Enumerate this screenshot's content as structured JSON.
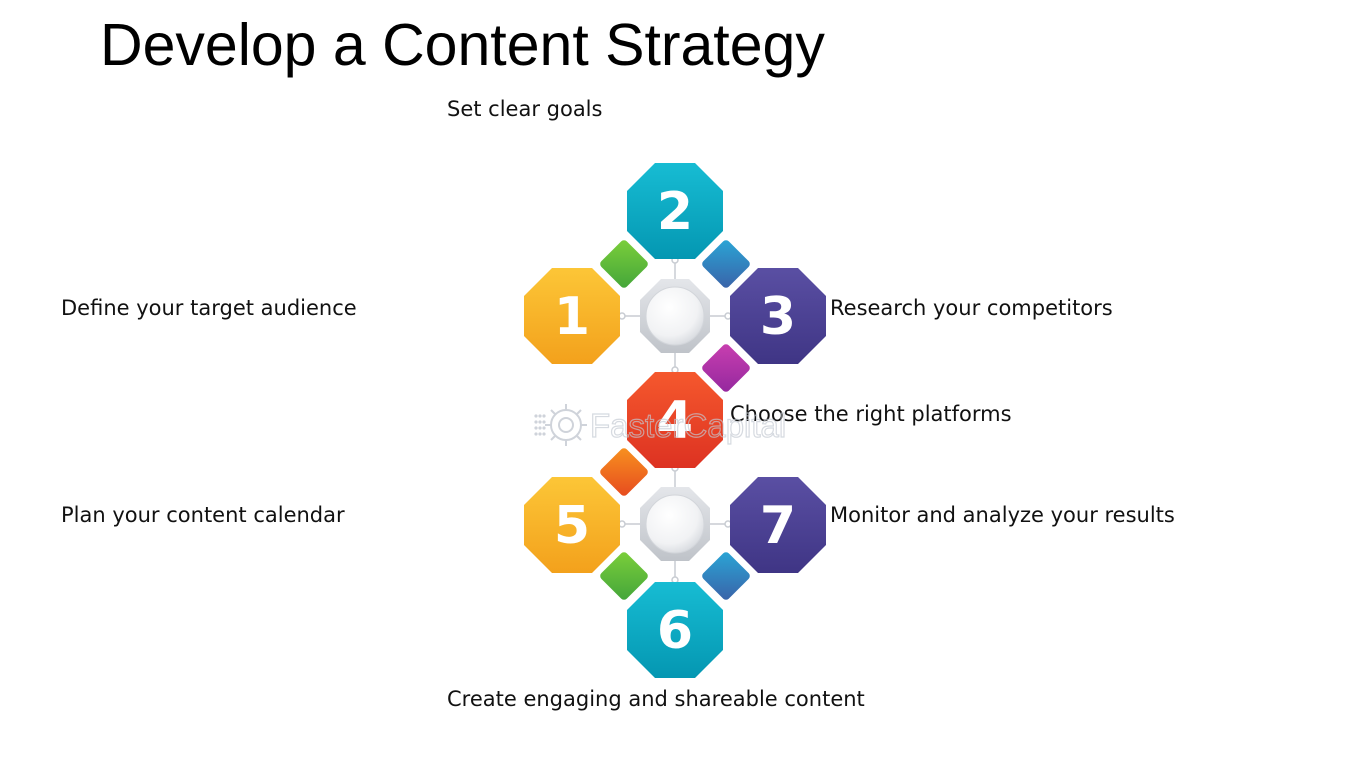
{
  "title": "Develop a Content Strategy",
  "watermark": "FasterCapital",
  "steps": [
    {
      "number": "1",
      "label": "Define your target audience",
      "color_top": "#fcc637",
      "color_bottom": "#f3a11c"
    },
    {
      "number": "2",
      "label": "Set clear goals",
      "color_top": "#17bcd3",
      "color_bottom": "#0497b2"
    },
    {
      "number": "3",
      "label": "Research your competitors",
      "color_top": "#5a4fa3",
      "color_bottom": "#3f3585"
    },
    {
      "number": "4",
      "label": "Choose the right platforms",
      "color_top": "#f5582d",
      "color_bottom": "#dd3222"
    },
    {
      "number": "5",
      "label": "Plan your content calendar",
      "color_top": "#fcc637",
      "color_bottom": "#f3a11c"
    },
    {
      "number": "6",
      "label": "Create engaging and shareable content",
      "color_top": "#17bcd3",
      "color_bottom": "#0497b2"
    },
    {
      "number": "7",
      "label": "Monitor and analyze your results",
      "color_top": "#5a4fa3",
      "color_bottom": "#3f3585"
    }
  ],
  "connectors": {
    "green": [
      "#7ccf3a",
      "#43a53a"
    ],
    "blue": [
      "#2aa6d6",
      "#3a62a8"
    ],
    "magenta": [
      "#c93fb0",
      "#94289e"
    ],
    "orange": [
      "#f8921f",
      "#e64a1f"
    ]
  }
}
